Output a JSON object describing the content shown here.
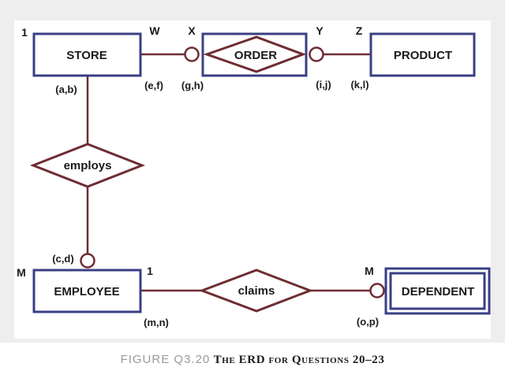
{
  "entities": {
    "store": "STORE",
    "order": "ORDER",
    "product": "PRODUCT",
    "employee": "EMPLOYEE",
    "dependent": "DEPENDENT"
  },
  "relationships": {
    "order": "ORDER",
    "employs": "employs",
    "claims": "claims"
  },
  "cardinality_letters": {
    "one_top": "1",
    "w": "W",
    "x": "X",
    "y": "Y",
    "z": "Z",
    "m_employee": "M",
    "one_employee": "1",
    "m_dependent": "M"
  },
  "pair_labels": {
    "ab": "(a,b)",
    "ef": "(e,f)",
    "gh": "(g,h)",
    "ij": "(i,j)",
    "kl": "(k,l)",
    "cd": "(c,d)",
    "mn": "(m,n)",
    "op": "(o,p)"
  },
  "caption": {
    "figure": "FIGURE Q3.20",
    "title": "The ERD for Questions 20–23"
  },
  "colors": {
    "entity_border": "#3a3f85",
    "relationship": "#6e2d33",
    "panel": "#eeeeee",
    "background": "#ffffff"
  }
}
